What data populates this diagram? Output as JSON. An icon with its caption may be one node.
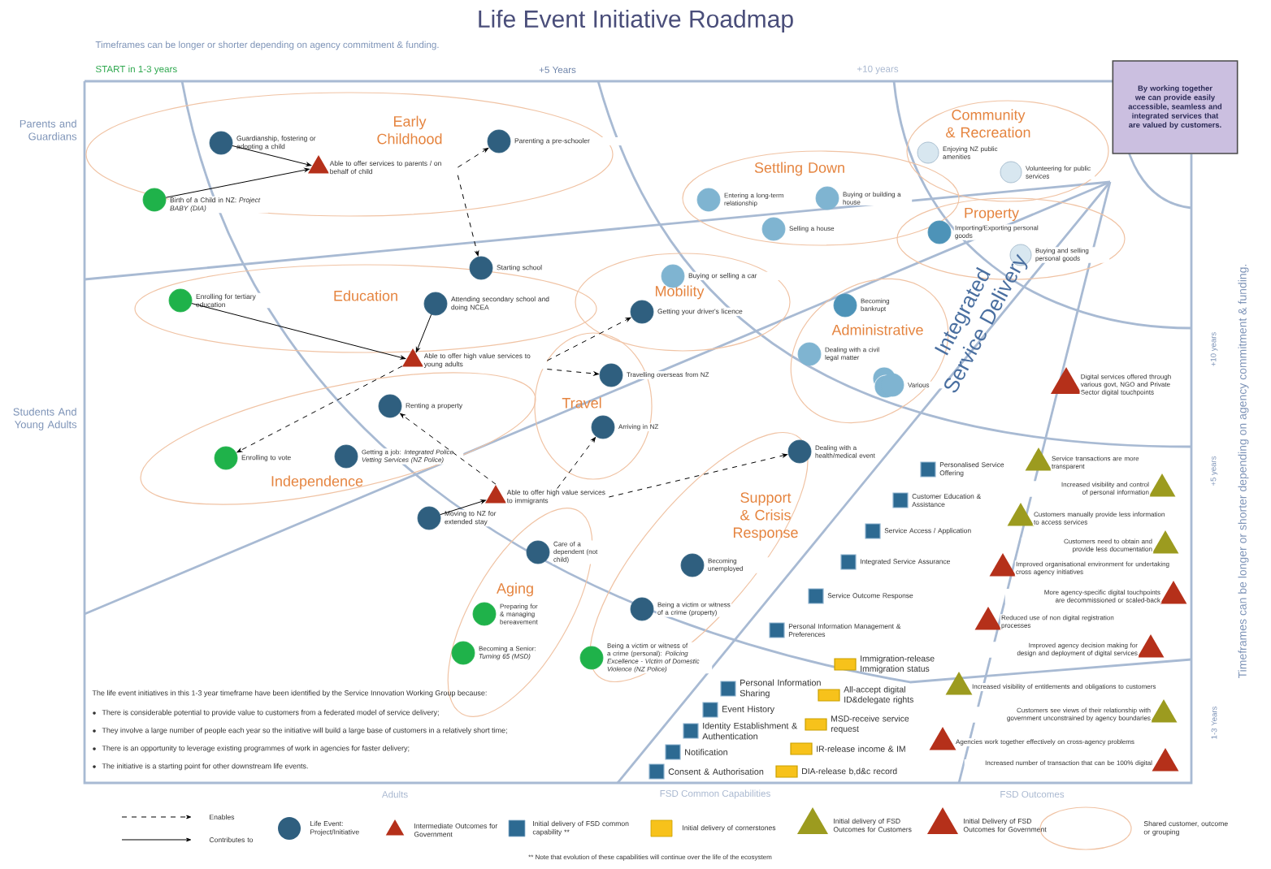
{
  "diagram": {
    "title": "Life Event Initiative Roadmap",
    "nodes": [
      {
        "text": [
          "Early Childhood"
        ]
      },
      {
        "text": [],
        "shape": "circle",
        "beside": [
          "Guardianship, fostering or adopting a child"
        ],
        "in": 0
      },
      {
        "text": [],
        "shape": "triangle",
        "beside": [
          "Able to offer services to parents / on behalf of child"
        ],
        "in": 0
      },
      {
        "text": [],
        "shape": "circle",
        "beside": [
          "Birth of a Child in NZ: *Project BABY (DIA)*"
        ],
        "in": 0
      },
      {
        "text": [],
        "shape": "circle",
        "beside": [
          "Parenting a pre-schooler"
        ],
        "in": 0
      },
      {
        "text": [
          "Community & Recreation"
        ]
      },
      {
        "text": [],
        "shape": "circle",
        "beside": [
          "Enjoying NZ public amenities"
        ],
        "in": 5
      },
      {
        "text": [],
        "shape": "circle",
        "beside": [
          "Volunteering for public services"
        ],
        "in": 5
      },
      {
        "text": [
          "By working together we can provide easily accessible, seamless and integrated services that are valued by customers."
        ]
      },
      {
        "text": [
          "Settling Down"
        ]
      },
      {
        "text": [],
        "shape": "circle",
        "beside": [
          "Entering a long-term relationship"
        ],
        "in": 9
      },
      {
        "text": [],
        "shape": "circle",
        "beside": [
          "Buying or building a house"
        ],
        "in": 9
      },
      {
        "text": [],
        "shape": "circle",
        "beside": [
          "Selling a house"
        ],
        "in": 9
      },
      {
        "text": [
          "Property"
        ]
      },
      {
        "text": [],
        "shape": "circle",
        "beside": [
          "Importing/Exporting personal goods"
        ],
        "in": 13
      },
      {
        "text": [],
        "shape": "circle",
        "beside": [
          "Buying and selling personal goods"
        ],
        "in": 13
      },
      {
        "text": [
          "Education"
        ]
      },
      {
        "text": [],
        "shape": "circle",
        "beside": [
          "Starting school"
        ],
        "in": 16
      },
      {
        "text": [],
        "shape": "circle",
        "beside": [
          "Enrolling for tertiary education"
        ],
        "in": 16
      },
      {
        "text": [],
        "shape": "circle",
        "beside": [
          "Attending secondary school and doing NCEA"
        ],
        "in": 16
      },
      {
        "text": [
          "Mobility"
        ]
      },
      {
        "text": [],
        "shape": "circle",
        "beside": [
          "Buying or selling a car"
        ],
        "in": 20
      },
      {
        "text": [],
        "shape": "circle",
        "beside": [
          "Getting your driver's licence"
        ],
        "in": 20
      },
      {
        "text": [
          "Administrative"
        ]
      },
      {
        "text": [],
        "shape": "circle",
        "beside": [
          "Becoming bankrupt"
        ],
        "in": 23
      },
      {
        "text": [],
        "shape": "circle",
        "beside": [
          "Dealing with a civil legal matter"
        ],
        "in": 23
      },
      {
        "text": [],
        "shape": "circle",
        "beside": [
          "Various"
        ],
        "in": 23
      },
      {
        "text": [],
        "shape": "triangle",
        "beside": [
          "Able to offer high value services to young adults"
        ]
      },
      {
        "text": [],
        "shape": "triangle",
        "beside": [
          "Digital services offered through various govt, NGO and Private Sector digital touchpoints"
        ]
      },
      {
        "text": [
          "Independence"
        ]
      },
      {
        "text": [],
        "shape": "circle",
        "beside": [
          "Renting a property"
        ],
        "in": 29
      },
      {
        "text": [],
        "shape": "circle",
        "beside": [
          "Enrolling to vote"
        ],
        "in": 29
      },
      {
        "text": [],
        "shape": "circle",
        "beside": [
          "Getting a job: *Integrated Police Vetting Services (NZ Police)*"
        ],
        "in": 29
      },
      {
        "text": [
          "Travel"
        ]
      },
      {
        "text": [],
        "shape": "circle",
        "beside": [
          "Travelling overseas from NZ"
        ],
        "in": 33
      },
      {
        "text": [],
        "shape": "circle",
        "beside": [
          "Arriving in NZ"
        ],
        "in": 33
      },
      {
        "text": [],
        "shape": "triangle",
        "beside": [
          "Able to offer high value services to immigrants"
        ]
      },
      {
        "text": [],
        "shape": "circle",
        "beside": [
          "Moving to NZ for extended stay"
        ]
      },
      {
        "text": [
          "Support & Crisis Response"
        ]
      },
      {
        "text": [],
        "shape": "circle",
        "beside": [
          "Dealing with a health/medical event"
        ],
        "in": 38
      },
      {
        "text": [],
        "shape": "circle",
        "beside": [
          "Becoming unemployed"
        ],
        "in": 38
      },
      {
        "text": [],
        "shape": "circle",
        "beside": [
          "Being a victim or witness of a crime (property)"
        ],
        "in": 38
      },
      {
        "text": [],
        "shape": "circle",
        "beside": [
          "Being a victim or witness of a crime (personal): *Policing Excellence - Victim of Domestic Violence (NZ Police)*"
        ],
        "in": 38
      },
      {
        "text": [
          "Aging"
        ]
      },
      {
        "text": [],
        "shape": "circle",
        "beside": [
          "Care of a dependent (not child)"
        ],
        "in": 43
      },
      {
        "text": [],
        "shape": "circle",
        "beside": [
          "Preparing for & managing bereavement"
        ],
        "in": 43
      },
      {
        "text": [],
        "shape": "circle",
        "beside": [
          "Becoming a Senior: *Turning 65 (MSD)*"
        ],
        "in": 43
      },
      {
        "text": [],
        "shape": "box",
        "beside": [
          "Personalised Service Offering"
        ]
      },
      {
        "text": [],
        "shape": "box",
        "beside": [
          "Customer Education & Assistance"
        ]
      },
      {
        "text": [],
        "shape": "box",
        "beside": [
          "Service Access / Application"
        ]
      },
      {
        "text": [],
        "shape": "box",
        "beside": [
          "Integrated Service Assurance"
        ]
      },
      {
        "text": [],
        "shape": "box",
        "beside": [
          "Service Outcome Response"
        ]
      },
      {
        "text": [],
        "shape": "box",
        "beside": [
          "Personal Information Management & Preferences"
        ]
      },
      {
        "text": [],
        "shape": "box",
        "beside": [
          "Personal Information Sharing"
        ]
      },
      {
        "text": [],
        "shape": "box",
        "beside": [
          "Event History"
        ]
      },
      {
        "text": [],
        "shape": "box",
        "beside": [
          "Identity Establishment & Authentication"
        ]
      },
      {
        "text": [],
        "shape": "box",
        "beside": [
          "Notification"
        ]
      },
      {
        "text": [],
        "shape": "box",
        "beside": [
          "Consent & Authorisation"
        ]
      },
      {
        "text": [],
        "shape": "box",
        "beside": [
          "Immigration-release Immigration status"
        ]
      },
      {
        "text": [],
        "shape": "box",
        "beside": [
          "All-accept digital ID&delegate rights"
        ]
      },
      {
        "text": [],
        "shape": "box",
        "beside": [
          "MSD-receive service request"
        ]
      },
      {
        "text": [],
        "shape": "box",
        "beside": [
          "IR-release income & IM"
        ]
      },
      {
        "text": [],
        "shape": "box",
        "beside": [
          "DIA-release b,d&c record"
        ]
      },
      {
        "text": [],
        "shape": "triangle",
        "beside": [
          "Service transactions are more transparent"
        ]
      },
      {
        "text": [],
        "shape": "triangle",
        "beside": [
          "Increased visibility and control of personal information"
        ]
      },
      {
        "text": [],
        "shape": "triangle",
        "beside": [
          "Customers manually provide less information to access services"
        ]
      },
      {
        "text": [],
        "shape": "triangle",
        "beside": [
          "Customers need to obtain and provide less documentation"
        ]
      },
      {
        "text": [],
        "shape": "triangle",
        "beside": [
          "Improved organisational environment for undertaking cross agency initiatives"
        ]
      },
      {
        "text": [],
        "shape": "triangle",
        "beside": [
          "More agency-specific digital touchpoints are decommissioned or scaled-back"
        ]
      },
      {
        "text": [],
        "shape": "triangle",
        "beside": [
          "Reduced use of non digital registration processes"
        ]
      },
      {
        "text": [],
        "shape": "triangle",
        "beside": [
          "Improved agency decision making for design and deployment of digital services"
        ]
      },
      {
        "text": [],
        "shape": "triangle",
        "beside": [
          "Increased visibility of entitlements and obligations to customers"
        ]
      },
      {
        "text": [],
        "shape": "triangle",
        "beside": [
          "Customers see views of their relationship with government unconstrained by agency boundaries"
        ]
      },
      {
        "text": [],
        "shape": "triangle",
        "beside": [
          "Agencies work together effectively on cross-agency problems"
        ]
      },
      {
        "text": [],
        "shape": "triangle",
        "beside": [
          "Increased number of transaction that can be 100% digital"
        ]
      }
    ],
    "edges": [
      {
        "from": 1,
        "to": 2,
        "arrow": "to"
      },
      {
        "from": 3,
        "to": 2,
        "arrow": "to"
      },
      {
        "from": 2,
        "to": 4,
        "arrow": "to",
        "style": "dashed"
      },
      {
        "from": 2,
        "to": 17,
        "arrow": "to",
        "style": "dashed"
      },
      {
        "from": 18,
        "to": 27,
        "arrow": "to"
      },
      {
        "from": 19,
        "to": 27,
        "arrow": "to"
      },
      {
        "from": 27,
        "to": 31,
        "arrow": "to",
        "style": "dashed"
      },
      {
        "from": 27,
        "to": 22,
        "arrow": "to",
        "style": "dashed"
      },
      {
        "from": 27,
        "to": 34,
        "arrow": "to",
        "style": "dashed"
      },
      {
        "from": 37,
        "to": 36,
        "arrow": "to"
      },
      {
        "from": 36,
        "to": 35,
        "arrow": "to",
        "style": "dashed"
      },
      {
        "from": 36,
        "to": 39,
        "arrow": "to",
        "style": "dashed"
      },
      {
        "from": 36,
        "to": 30,
        "arrow": "to",
        "style": "dashed"
      }
    ],
    "labels": [
      "Timeframes can be longer or shorter depending on agency commitment & funding.",
      "START in 1-3 years",
      "+5 Years",
      "+10 years",
      "Parents and Guardians",
      "Students And Young Adults",
      "Integrated Service Delivery",
      "+10 years",
      "+5 years",
      "1-3 Years",
      "Timeframes can be longer or shorter depending on agency commitment & funding.",
      "The life event initiatives in this 1-3 year timeframe have been identified by the Service Innovation Working Group because:",
      "There is considerable potential to provide value to customers from a federated model of service delivery;",
      "They involve a large number of people each year so the initiative will build a large base of customers in a relatively short time;",
      "There is an opportunity to leverage existing programmes of work in agencies for faster delivery;",
      "The initiative is a starting point for other downstream life events.",
      "Adults",
      "FSD Common Capabilities",
      "FSD Outcomes",
      "** Note that evolution of these capabilities will continue over the life of the ecosystem"
    ],
    "legend": [
      {
        "text": "Enables"
      },
      {
        "text": "Contributes to"
      },
      {
        "text": "Life Event: Project/Initiative"
      },
      {
        "text": "Intermediate Outcomes for Government"
      },
      {
        "text": "Initial delivery of FSD common capability **"
      },
      {
        "text": "Initial delivery of cornerstones"
      },
      {
        "text": "Initial delivery of FSD Outcomes for Customers"
      },
      {
        "text": "Initial Delivery of FSD Outcomes for Government"
      },
      {
        "text": "Shared customer, outcome or grouping"
      }
    ]
  }
}
